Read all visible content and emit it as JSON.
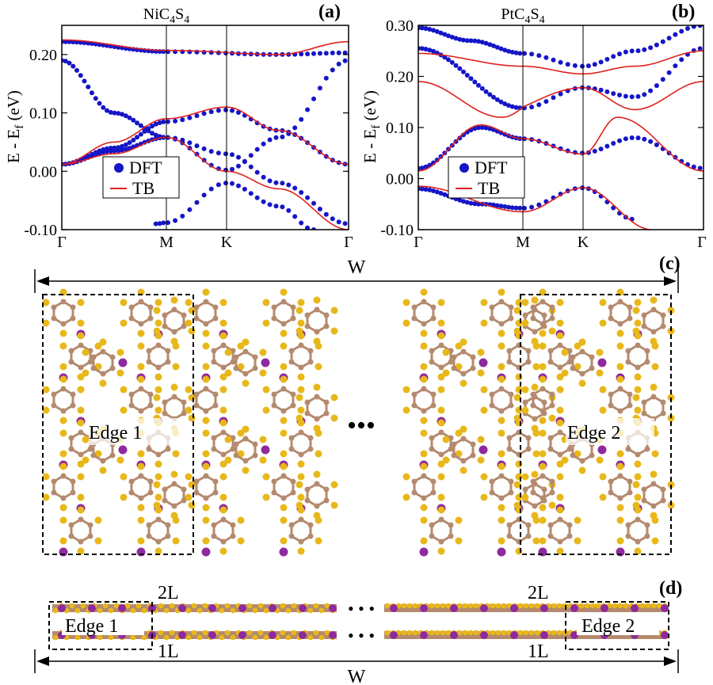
{
  "panels": [
    {
      "label": "(a)",
      "title_main": "NiC",
      "title_sub1": "4",
      "title_mid": "S",
      "title_sub2": "4"
    },
    {
      "label": "(b)",
      "title_main": "PtC",
      "title_sub1": "4",
      "title_mid": "S",
      "title_sub2": "4"
    },
    {
      "label": "(c)"
    },
    {
      "label": "(d)"
    }
  ],
  "ylabel": {
    "main": "E - E",
    "sub": "f",
    "tail": " (eV)"
  },
  "legend": {
    "dft": "DFT",
    "tb": "TB"
  },
  "kpoints": [
    "Γ",
    "M",
    "K",
    "Γ"
  ],
  "colors": {
    "dft": "#1515c8",
    "tb": "#e0201c",
    "carbon": "#b48a6e",
    "sulfur": "#e8b81a",
    "metal": "#8e2a9e"
  },
  "lattice": {
    "width_label": "W",
    "edge1": "Edge 1",
    "edge2": "Edge 2",
    "ellipsis": "•••",
    "dots_small": "• • •",
    "layer2": "2L",
    "layer1": "1L"
  },
  "chart_data": [
    {
      "type": "line",
      "title": "NiC4S4",
      "xlabel": "",
      "ylabel": "E - Ef (eV)",
      "x": [
        "Γ",
        "M",
        "K",
        "Γ"
      ],
      "ylim": [
        -0.1,
        0.25
      ],
      "yticks": [
        "0.20",
        "0.10",
        "0.00",
        "-0.10"
      ],
      "series": [
        {
          "name": "DFT",
          "bands": [
            [
              [
                0,
                0.222
              ],
              [
                0.5,
                0.205
              ],
              [
                0.8,
                0.2
              ],
              [
                1,
                0.203
              ]
            ],
            [
              [
                0,
                0.012
              ],
              [
                0.25,
                0.04
              ],
              [
                0.5,
                0.085
              ],
              [
                0.65,
                0.105
              ],
              [
                0.8,
                0.07
              ],
              [
                1,
                0.012
              ]
            ],
            [
              [
                0,
                0.012
              ],
              [
                0.25,
                0.035
              ],
              [
                0.5,
                0.058
              ],
              [
                0.65,
                0.03
              ],
              [
                0.8,
                -0.02
              ],
              [
                1,
                -0.09
              ]
            ],
            [
              [
                0,
                0.19
              ],
              [
                0.25,
                0.1
              ],
              [
                0.5,
                0.058
              ],
              [
                0.65,
                0.002
              ],
              [
                0.8,
                0.058
              ],
              [
                1,
                0.19
              ]
            ],
            [
              [
                0.45,
                -0.09
              ],
              [
                0.5,
                -0.088
              ],
              [
                0.65,
                -0.02
              ],
              [
                0.8,
                -0.06
              ],
              [
                0.9,
                -0.1
              ]
            ]
          ]
        },
        {
          "name": "TB",
          "bands": [
            [
              [
                0,
                0.225
              ],
              [
                0.5,
                0.207
              ],
              [
                0.8,
                0.2
              ],
              [
                1,
                0.222
              ]
            ],
            [
              [
                0,
                0.012
              ],
              [
                0.25,
                0.05
              ],
              [
                0.5,
                0.09
              ],
              [
                0.65,
                0.11
              ],
              [
                0.8,
                0.07
              ],
              [
                1,
                0.012
              ]
            ],
            [
              [
                0,
                0.012
              ],
              [
                0.25,
                0.03
              ],
              [
                0.5,
                0.058
              ],
              [
                0.65,
                0.0
              ],
              [
                0.8,
                -0.03
              ],
              [
                1,
                -0.1
              ]
            ]
          ]
        }
      ]
    },
    {
      "type": "line",
      "title": "PtC4S4",
      "xlabel": "",
      "ylabel": "E - Ef (eV)",
      "x": [
        "Γ",
        "M",
        "K",
        "Γ"
      ],
      "ylim": [
        -0.1,
        0.3
      ],
      "yticks": [
        "0.30",
        "0.20",
        "0.10",
        "0.00",
        "-0.10"
      ],
      "series": [
        {
          "name": "DFT",
          "bands": [
            [
              [
                0,
                0.295
              ],
              [
                0.25,
                0.27
              ],
              [
                0.5,
                0.245
              ],
              [
                0.65,
                0.22
              ],
              [
                0.8,
                0.25
              ],
              [
                1,
                0.3
              ]
            ],
            [
              [
                0,
                0.255
              ],
              [
                0.5,
                0.138
              ],
              [
                0.65,
                0.178
              ],
              [
                0.8,
                0.16
              ],
              [
                1,
                0.255
              ]
            ],
            [
              [
                0,
                0.02
              ],
              [
                0.3,
                0.1
              ],
              [
                0.5,
                0.078
              ],
              [
                0.65,
                0.05
              ],
              [
                0.8,
                0.08
              ],
              [
                1,
                0.02
              ]
            ],
            [
              [
                0,
                -0.02
              ],
              [
                0.3,
                -0.05
              ],
              [
                0.5,
                -0.058
              ],
              [
                0.65,
                -0.018
              ],
              [
                0.8,
                -0.08
              ]
            ]
          ]
        },
        {
          "name": "TB",
          "bands": [
            [
              [
                0,
                0.245
              ],
              [
                0.5,
                0.22
              ],
              [
                0.65,
                0.205
              ],
              [
                0.8,
                0.22
              ],
              [
                1,
                0.25
              ]
            ],
            [
              [
                0,
                0.19
              ],
              [
                0.4,
                0.12
              ],
              [
                0.65,
                0.178
              ],
              [
                0.8,
                0.135
              ],
              [
                1,
                0.19
              ]
            ],
            [
              [
                0,
                0.015
              ],
              [
                0.3,
                0.105
              ],
              [
                0.5,
                0.078
              ],
              [
                0.65,
                0.048
              ],
              [
                0.75,
                0.12
              ],
              [
                1,
                0.015
              ]
            ],
            [
              [
                0,
                -0.015
              ],
              [
                0.5,
                -0.065
              ],
              [
                0.65,
                -0.018
              ],
              [
                0.85,
                -0.1
              ]
            ]
          ]
        }
      ]
    }
  ]
}
